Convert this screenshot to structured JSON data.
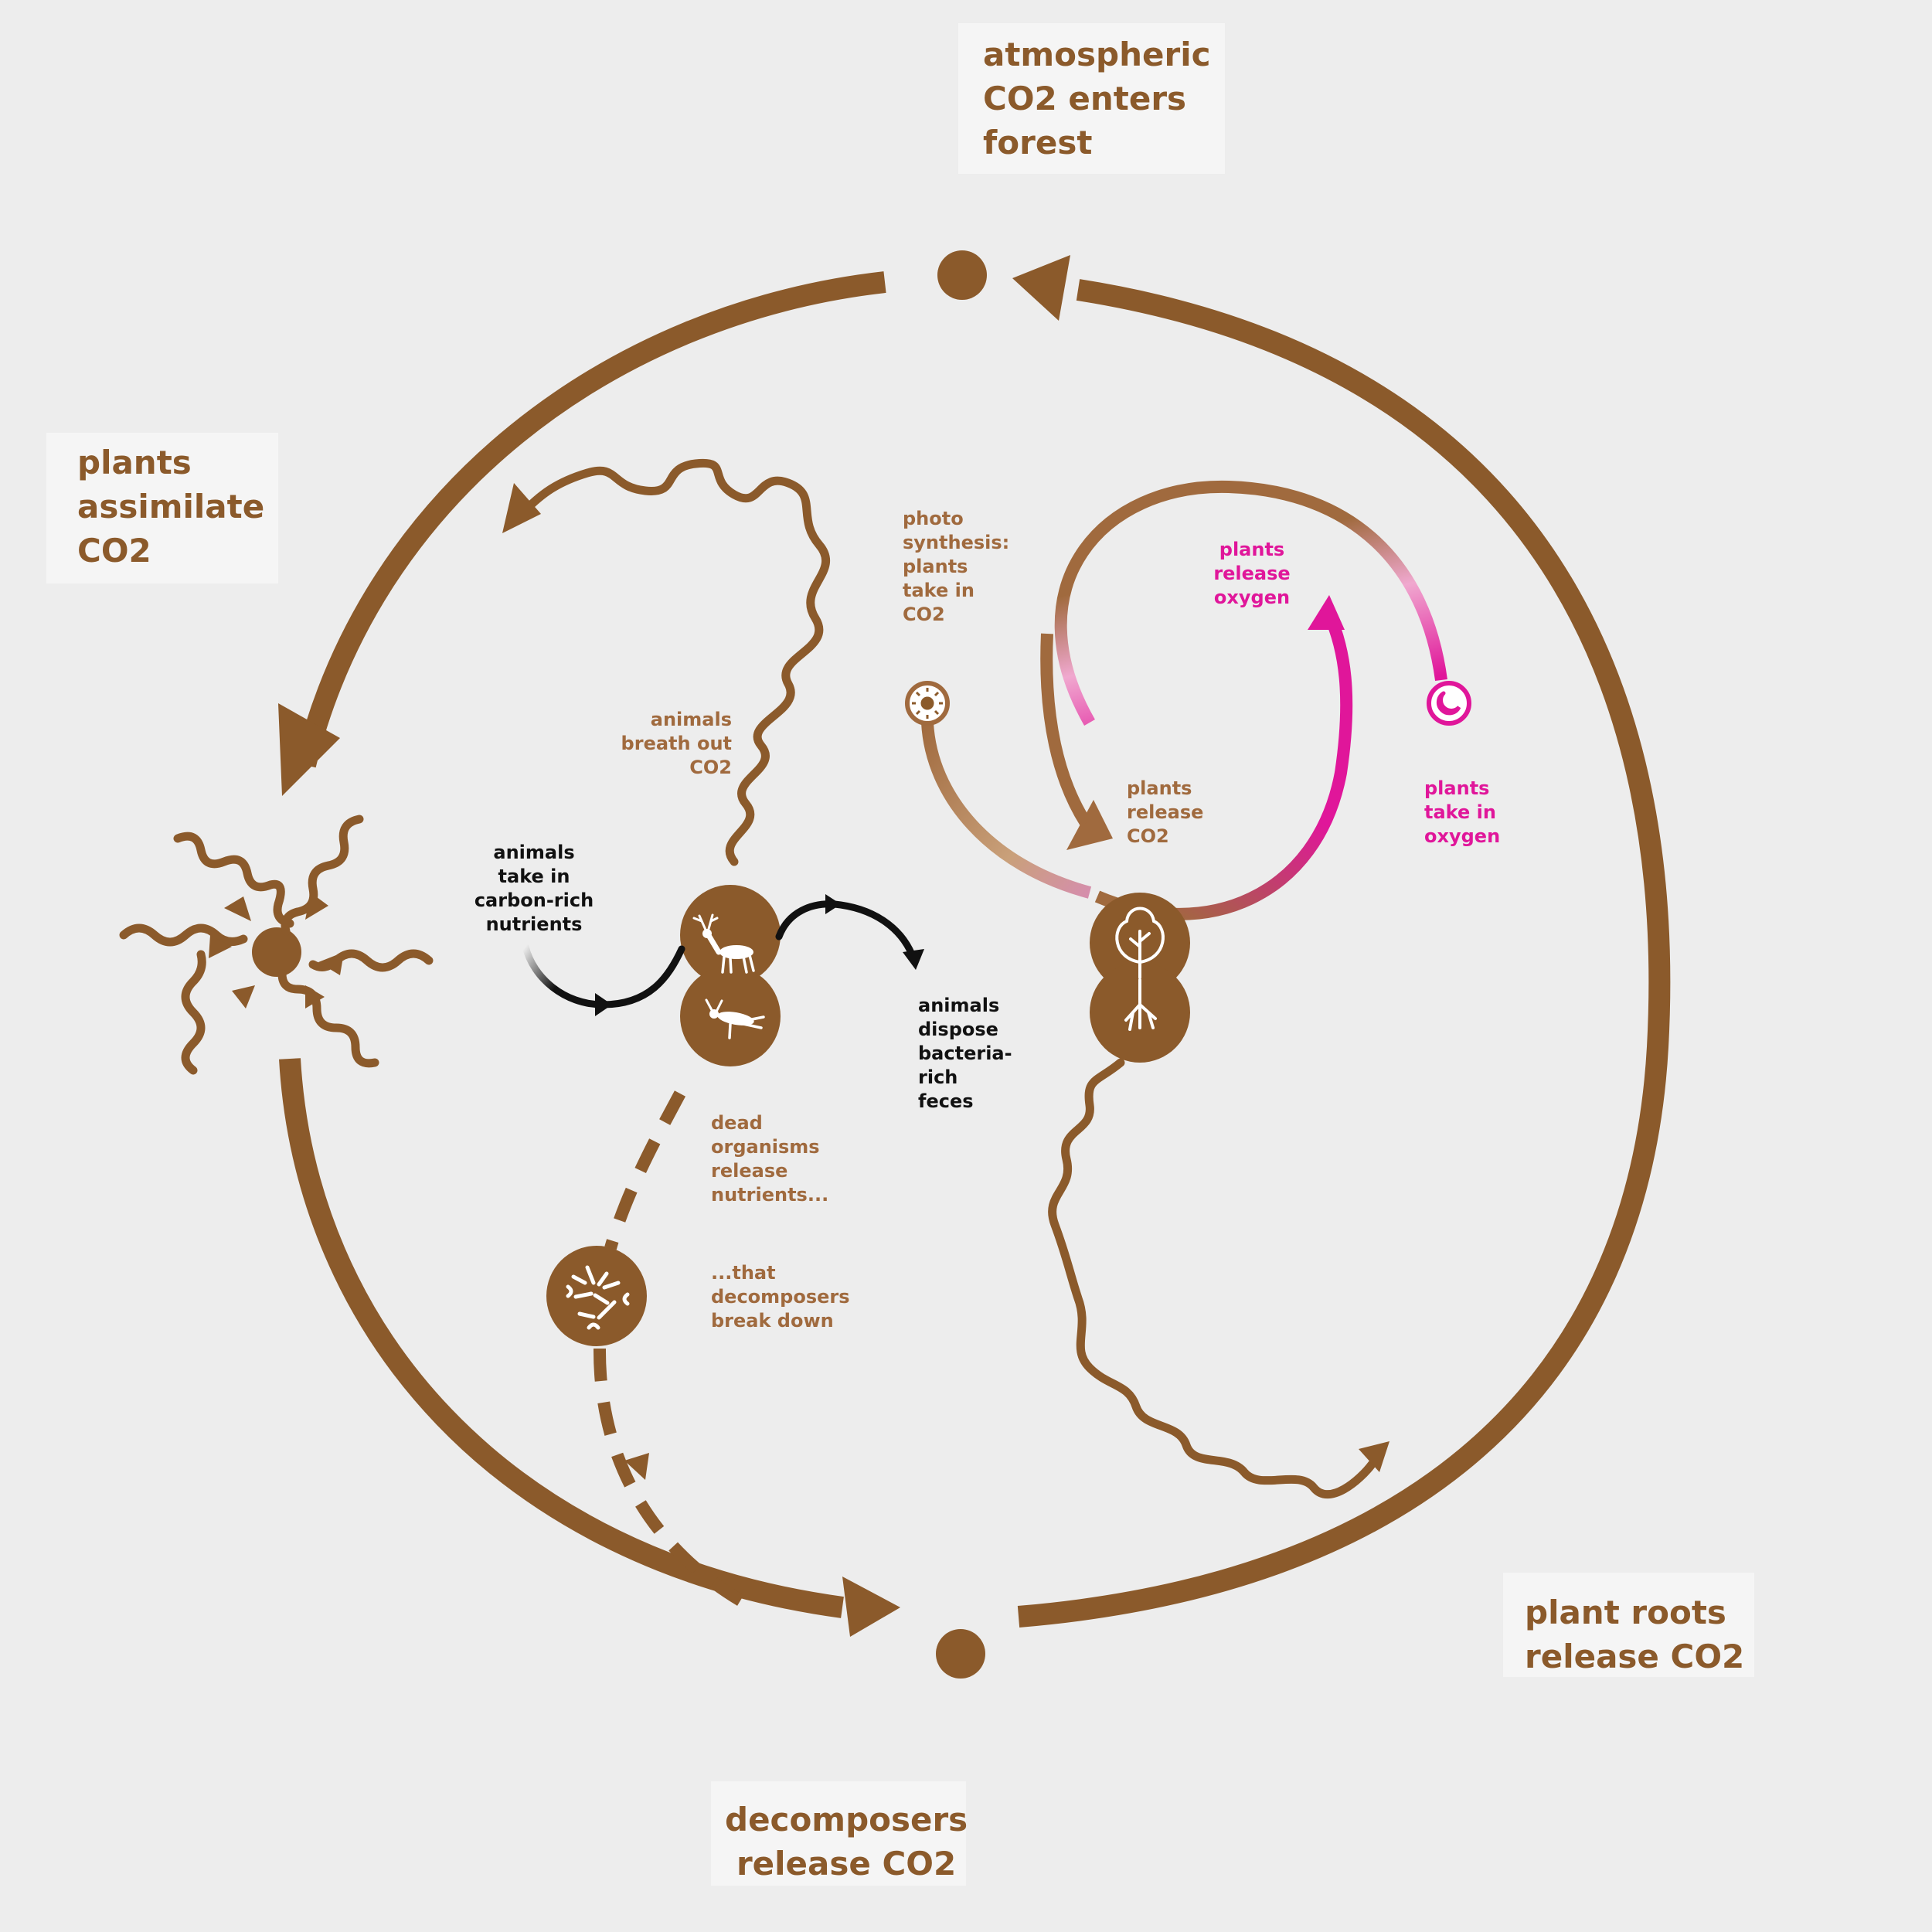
{
  "colors": {
    "brown": "#8b5a2b",
    "brown_light": "#a06a3e",
    "pink": "#e0169a",
    "black": "#111111",
    "background": "#ededed"
  },
  "labels": {
    "atmospheric": "atmospheric\nCO2 enters\nforest",
    "plants_assimilate": "plants\nassimilate\nCO2",
    "plant_roots": "plant roots\nrelease CO2",
    "decomposers_release": "decomposers\nrelease CO2",
    "animals_breath": "animals\nbreath out\nCO2",
    "animals_take": "animals\ntake in\ncarbon-rich\nnutrients",
    "animals_dispose": "animals\ndispose\nbacteria-\nrich\nfeces",
    "dead_organisms": "dead\norganisms\nrelease\nnutrients...",
    "that_decomposers": "...that\ndecomposers\nbreak down",
    "photosynthesis": "photo\nsynthesis:\nplants\ntake in\nCO2",
    "plants_release_co2": "plants\nrelease\nCO2",
    "plants_release_oxygen": "plants\nrelease\noxygen",
    "plants_take_oxygen": "plants\ntake in\noxygen"
  },
  "icons": [
    "deer-icon",
    "dead-animal-icon",
    "tree-icon",
    "roots-icon",
    "decomposer-icon",
    "sun-icon",
    "moon-icon"
  ]
}
